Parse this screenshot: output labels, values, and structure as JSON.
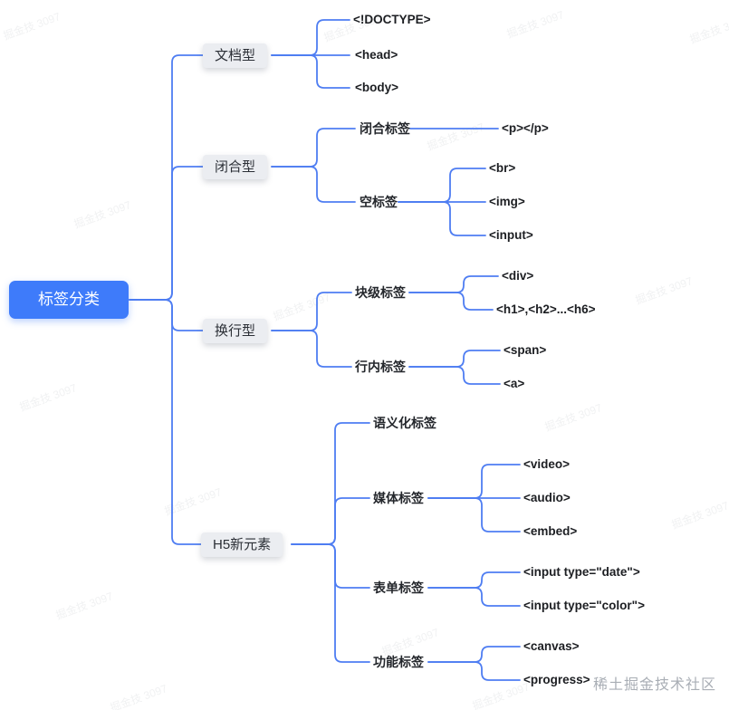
{
  "root": {
    "label": "标签分类"
  },
  "branches": [
    {
      "label": "文档型",
      "children": [
        {
          "label": "<!DOCTYPE>"
        },
        {
          "label": "<head>"
        },
        {
          "label": "<body>"
        }
      ]
    },
    {
      "label": "闭合型",
      "children": [
        {
          "label": "闭合标签",
          "children": [
            {
              "label": "<p></p>"
            }
          ]
        },
        {
          "label": "空标签",
          "children": [
            {
              "label": "<br>"
            },
            {
              "label": "<img>"
            },
            {
              "label": "<input>"
            }
          ]
        }
      ]
    },
    {
      "label": "换行型",
      "children": [
        {
          "label": "块级标签",
          "children": [
            {
              "label": "<div>"
            },
            {
              "label": "<h1>,<h2>...<h6>"
            }
          ]
        },
        {
          "label": "行内标签",
          "children": [
            {
              "label": "<span>"
            },
            {
              "label": "<a>"
            }
          ]
        }
      ]
    },
    {
      "label": "H5新元素",
      "children": [
        {
          "label": "语义化标签"
        },
        {
          "label": "媒体标签",
          "children": [
            {
              "label": "<video>"
            },
            {
              "label": "<audio>"
            },
            {
              "label": "<embed>"
            }
          ]
        },
        {
          "label": "表单标签",
          "children": [
            {
              "label": "<input type=\"date\">"
            },
            {
              "label": "<input type=\"color\">"
            }
          ]
        },
        {
          "label": "功能标签",
          "children": [
            {
              "label": "<canvas>"
            },
            {
              "label": "<progress>"
            }
          ]
        }
      ]
    }
  ],
  "colors": {
    "root_bg": "#3e7bfa",
    "line": "#4e7df2",
    "branch_bg": "#ebedf1"
  },
  "watermark": {
    "tile": "掘金技 3097",
    "footer": "稀土掘金技术社区"
  }
}
